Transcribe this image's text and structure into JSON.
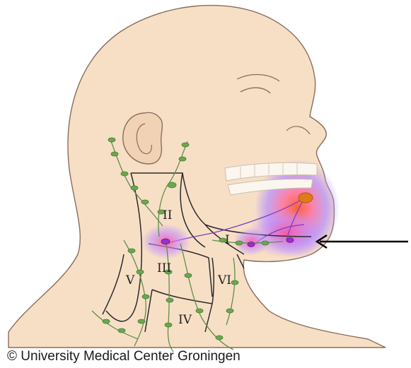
{
  "diagram": {
    "levels": [
      "I",
      "II",
      "III",
      "IV",
      "V",
      "VI"
    ],
    "credit": "© University Medical Center Groningen",
    "colors": {
      "skin": "#f7dfc6",
      "skin_outline": "#8a6e5a",
      "node_green": "#6aa84f",
      "vessel_purple": "#7b3fbf",
      "tumor_orange": "#e07a1a",
      "glow_pink": "#ff6fa0",
      "glow_violet": "#b28cff",
      "teeth": "#fbf7ee"
    }
  }
}
